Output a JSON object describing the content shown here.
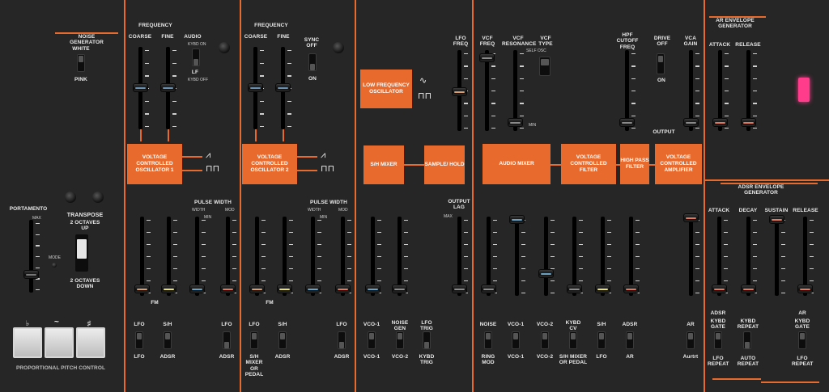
{
  "noise_generator": {
    "title": "NOISE GENERATOR",
    "white": "WHITE",
    "pink": "PINK"
  },
  "vco1": {
    "frequency": "FREQUENCY",
    "coarse": "COARSE",
    "fine": "FINE",
    "audio": "AUDIO",
    "kybd_on": "KYBD ON",
    "lf": "LF",
    "kybd_off": "KYBD OFF",
    "box": "VOLTAGE CONTROLLED OSCILLATOR 1",
    "pulse_width": "PULSE WIDTH",
    "width": "WIDTH",
    "mod": "MOD",
    "min": "MIN",
    "fm": "FM",
    "sw_left": [
      "LFO",
      "LFO"
    ],
    "sw_mid": [
      "S/H",
      "ADSR"
    ],
    "sw_pw": [
      "LFO",
      "ADSR"
    ]
  },
  "vco2": {
    "frequency": "FREQUENCY",
    "coarse": "COARSE",
    "fine": "FINE",
    "sync_off": "SYNC OFF",
    "on": "ON",
    "box": "VOLTAGE CONTROLLED OSCILLATOR 2",
    "pulse_width": "PULSE WIDTH",
    "width": "WIDTH",
    "mod": "MOD",
    "min": "MIN",
    "fm": "FM",
    "sw_left": [
      "LFO",
      "S/H MIXER OR PEDAL"
    ],
    "sw_mid": [
      "S/H",
      "ADSR"
    ],
    "sw_pw": [
      "LFO",
      "ADSR"
    ]
  },
  "lfo": {
    "box": "LOW FREQUENCY OSCILLATOR",
    "freq": "LFO FREQ"
  },
  "sh": {
    "mixer": "S/H MIXER",
    "hold": "SAMPLE/ HOLD",
    "output_lag": "OUTPUT LAG",
    "max": "MAX",
    "sw1": [
      "VCO-1",
      "VCO-1"
    ],
    "sw2": [
      "NOISE GEN",
      "VCO-2"
    ],
    "sw3": [
      "LFO TRIG",
      "KYBD TRIG"
    ]
  },
  "vcf": {
    "freq": "VCF FREQ",
    "resonance": "VCF RESONANCE",
    "type": "VCF TYPE",
    "self_osc": "SELF OSC",
    "min": "MIN",
    "box": "VOLTAGE CONTROLLED FILTER"
  },
  "mixer": {
    "box": "AUDIO MIXER",
    "sw": [
      [
        "NOISE",
        "RING MOD"
      ],
      [
        "VCO-1",
        "VCO-1"
      ],
      [
        "VCO-2",
        "VCO-2"
      ],
      [
        "KYBD CV",
        "S/H MIXER OR PEDAL"
      ],
      [
        "S/H",
        "LFO"
      ],
      [
        "ADSR",
        "AR"
      ]
    ]
  },
  "hpf": {
    "freq": "HPF CUTOFF FREQ",
    "box": "HIGH PASS FILTER"
  },
  "vca": {
    "drive": "DRIVE OFF",
    "on": "ON",
    "gain": "VCA GAIN",
    "output": "OUTPUT",
    "box": "VOLTAGE CONTROLLED AMPLIFIER",
    "sw": [
      "AR",
      "Aurtrt"
    ]
  },
  "ar": {
    "title": "AR ENVELOPE GENERATOR",
    "attack": "ATTACK",
    "release": "RELEASE"
  },
  "adsr": {
    "title": "ADSR ENVELOPE GENERATOR",
    "attack": "ATTACK",
    "decay": "DECAY",
    "sustain": "SUSTAIN",
    "release": "RELEASE"
  },
  "triggers": {
    "adsr": "ADSR",
    "kybd_gate": "KYBD GATE",
    "lfo_repeat": "LFO REPEAT",
    "kybd_repeat": "KYBD REPEAT",
    "auto_repeat": "AUTO REPEAT",
    "ar": "AR",
    "kybd_gate2": "KYBD GATE",
    "lfo_repeat2": "LFO REPEAT"
  },
  "left": {
    "portamento": "PORTAMENTO",
    "max": "MAX",
    "transpose": "TRANSPOSE",
    "up": "2 OCTAVES UP",
    "down": "2 OCTAVES DOWN",
    "mode": "MODE",
    "ppc": "PROPORTIONAL PITCH CONTROL",
    "flat": "♭",
    "sharp": "♯"
  },
  "colors": {
    "accent": "#e86a2c",
    "panel": "#262626",
    "led": "#ff3c8c"
  }
}
